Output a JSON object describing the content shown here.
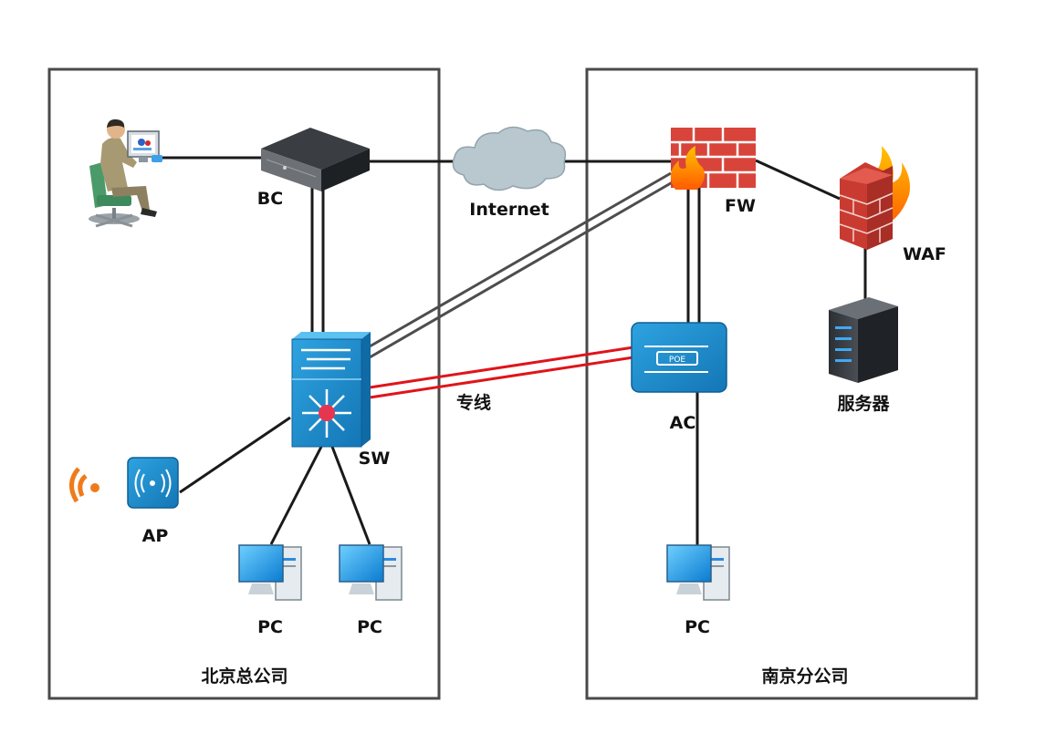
{
  "regions": {
    "beijing": "北京总公司",
    "nanjing": "南京分公司"
  },
  "devices": {
    "bc": "BC",
    "internet": "Internet",
    "fw": "FW",
    "waf": "WAF",
    "server": "服务器",
    "sw": "SW",
    "ac": "AC",
    "ap": "AP",
    "pc1": "PC",
    "pc2": "PC",
    "pc3": "PC"
  },
  "links": {
    "dedicated_line": "专线"
  },
  "colors": {
    "border": "#4a4a4a",
    "link": "#1a1a1a",
    "dedicated_line": "#e0141b",
    "vpn_link": "#4d4d4d",
    "switch_blue": "#1a8fd0",
    "firewall_red": "#d9443a",
    "cloud": "#b9c7cf"
  }
}
